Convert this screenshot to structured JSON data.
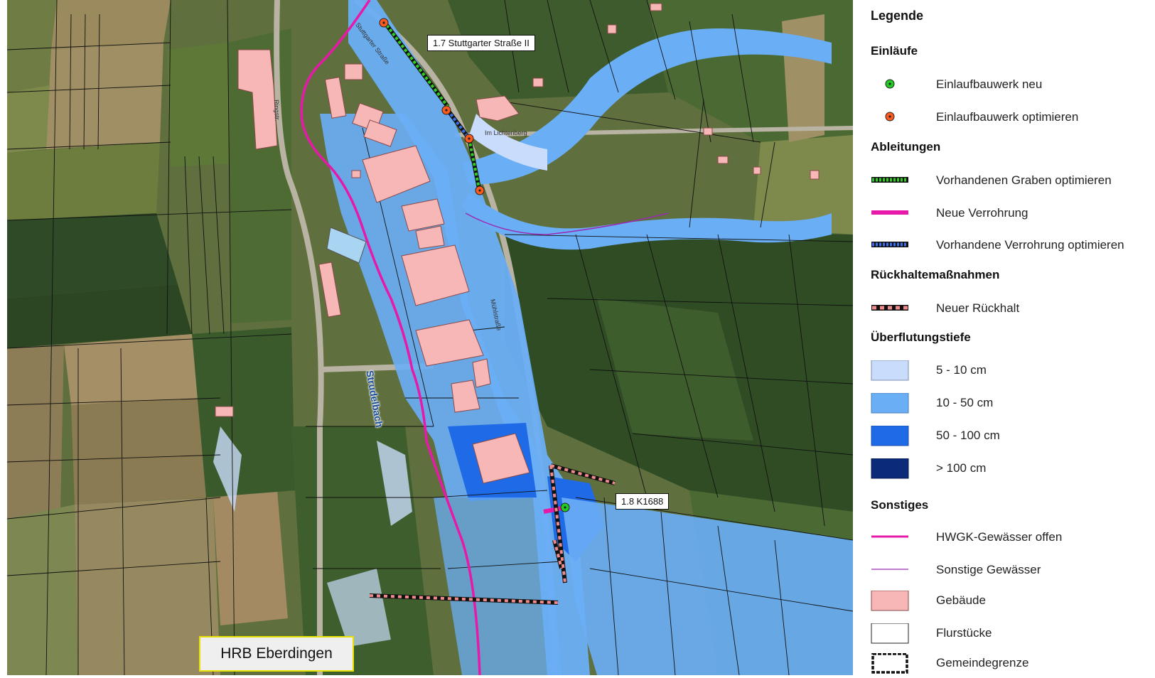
{
  "map": {
    "labels": {
      "stuttgarter": "1.7 Stuttgarter Straße II",
      "k1688": "1.8 K1688",
      "hrb": "HRB Eberdingen",
      "river": "Strudelbach",
      "street_stuttgarter": "Stuttgarter Straße",
      "street_lichtenberg": "Im Lichtenberg",
      "street_muehlstrasse": "Mühlstraße",
      "street_ring": "Ringstr."
    }
  },
  "legend": {
    "title": "Legende",
    "sections": [
      {
        "heading": "Einläufe",
        "items": [
          {
            "symbol": "inlet-new",
            "label": "Einlaufbauwerk neu",
            "color": "#22cc22"
          },
          {
            "symbol": "inlet-optimize",
            "label": "Einlaufbauwerk optimieren",
            "color": "#ff5a1e"
          }
        ]
      },
      {
        "heading": "Ableitungen",
        "items": [
          {
            "symbol": "ditch-optimize",
            "label": "Vorhandenen Graben optimieren",
            "color": "#33aa22"
          },
          {
            "symbol": "new-pipe",
            "label": "Neue Verrohrung",
            "color": "#e619a8"
          },
          {
            "symbol": "pipe-optimize",
            "label": "Vorhandene Verrohrung optimieren",
            "color": "#1a3ea8"
          }
        ]
      },
      {
        "heading": "Rückhaltemaßnahmen",
        "items": [
          {
            "symbol": "new-retention",
            "label": "Neuer Rückhalt",
            "color": "#f08a8a"
          }
        ]
      },
      {
        "heading": "Überflutungstiefe",
        "items": [
          {
            "symbol": "depth-1",
            "label": "5 - 10 cm",
            "color": "#c9dcfb"
          },
          {
            "symbol": "depth-2",
            "label": "10 - 50 cm",
            "color": "#6aaef6"
          },
          {
            "symbol": "depth-3",
            "label": "50 - 100 cm",
            "color": "#1f6ae6"
          },
          {
            "symbol": "depth-4",
            "label": "> 100 cm",
            "color": "#0b2a7a"
          }
        ]
      },
      {
        "heading": "Sonstiges",
        "items": [
          {
            "symbol": "hwgk",
            "label": "HWGK-Gewässer offen",
            "color": "#e619a8"
          },
          {
            "symbol": "other-water",
            "label": "Sonstige Gewässer",
            "color": "#9b2ab5"
          },
          {
            "symbol": "building",
            "label": "Gebäude",
            "color": "#f6b7b6"
          },
          {
            "symbol": "parcel",
            "label": "Flurstücke",
            "color": "#ffffff"
          },
          {
            "symbol": "municipal-boundary",
            "label": "Gemeindegrenze",
            "color": "#111111"
          }
        ]
      }
    ]
  }
}
